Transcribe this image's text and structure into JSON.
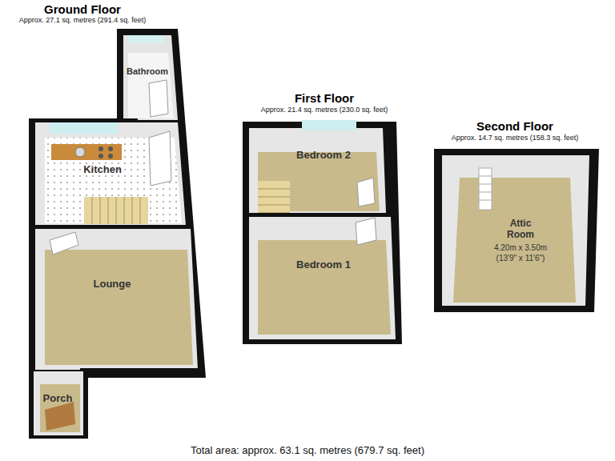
{
  "diagram": {
    "caption": "Total area: approx. 63.1 sq. metres (679.7 sq. feet)",
    "nodes": [
      {
        "text": [
          "Ground Floor",
          "Approx. 27.1 sq. metres (291.4 sq. feet)"
        ]
      },
      {
        "text": [
          "Bathroom"
        ],
        "in": 0
      },
      {
        "text": [
          "Kitchen"
        ],
        "in": 0
      },
      {
        "text": [
          "Lounge"
        ],
        "in": 0
      },
      {
        "text": [
          "Porch"
        ],
        "in": 0
      },
      {
        "text": [
          "First Floor",
          "Approx. 21.4 sq. metres (230.0 sq. feet)"
        ]
      },
      {
        "text": [
          "Bedroom 2"
        ],
        "in": 5
      },
      {
        "text": [
          "Bedroom 1"
        ],
        "in": 5
      },
      {
        "text": [
          "Second Floor",
          "Approx. 14.7 sq. metres (158.3 sq. feet)"
        ]
      },
      {
        "text": [
          "Attic Room",
          "4.20m x 3.50m",
          "(13'9\" x 11'6\")"
        ],
        "in": 8
      }
    ]
  }
}
